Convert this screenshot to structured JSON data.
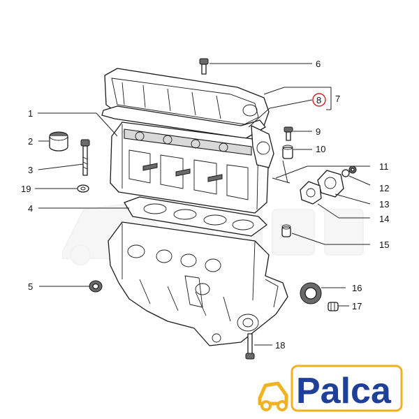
{
  "callouts": [
    {
      "id": "6",
      "label": "6"
    },
    {
      "id": "7",
      "label": "7"
    },
    {
      "id": "8",
      "label": "8"
    },
    {
      "id": "1",
      "label": "1"
    },
    {
      "id": "9",
      "label": "9"
    },
    {
      "id": "2",
      "label": "2"
    },
    {
      "id": "10",
      "label": "10"
    },
    {
      "id": "3",
      "label": "3"
    },
    {
      "id": "11",
      "label": "11"
    },
    {
      "id": "19",
      "label": "19"
    },
    {
      "id": "12",
      "label": "12"
    },
    {
      "id": "13",
      "label": "13"
    },
    {
      "id": "4",
      "label": "4"
    },
    {
      "id": "14",
      "label": "14"
    },
    {
      "id": "15",
      "label": "15"
    },
    {
      "id": "5",
      "label": "5"
    },
    {
      "id": "16",
      "label": "16"
    },
    {
      "id": "17",
      "label": "17"
    },
    {
      "id": "18",
      "label": "18"
    }
  ],
  "highlighted_callout": "8",
  "highlight_color": "#d62020",
  "logo": {
    "text": "Palca",
    "icon": "car-icon",
    "color": "#1e3f9a",
    "accent": "#f0b21e"
  }
}
